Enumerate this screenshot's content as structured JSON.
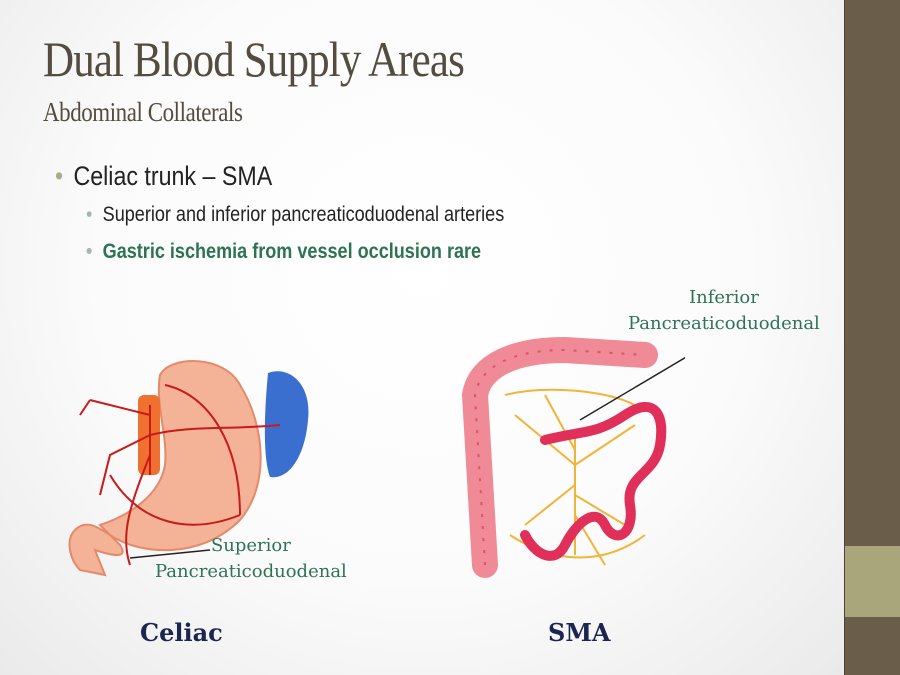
{
  "slide": {
    "title": "Dual Blood Supply Areas",
    "subtitle": "Abdominal Collaterals",
    "bullets": [
      {
        "text": "Celiac trunk – SMA",
        "level": 1
      },
      {
        "text": "Superior and inferior pancreaticoduodenal arteries",
        "level": 2
      },
      {
        "text": "Gastric ischemia from vessel occlusion rare",
        "level": 2,
        "emphasis": true
      }
    ],
    "bullet_char": "•"
  },
  "figures": {
    "celiac": {
      "caption": "Celiac",
      "label_line1": "Superior",
      "label_line2": "Pancreaticoduodenal"
    },
    "sma": {
      "caption": "SMA",
      "label_line1": "Inferior",
      "label_line2": "Pancreaticoduodenal"
    }
  },
  "colors": {
    "sidebar": "#6a5e4a",
    "sidebar_accent": "#aaa67c",
    "title": "#544c3e",
    "emphasis": "#2e7354",
    "caption": "#1c2550"
  }
}
